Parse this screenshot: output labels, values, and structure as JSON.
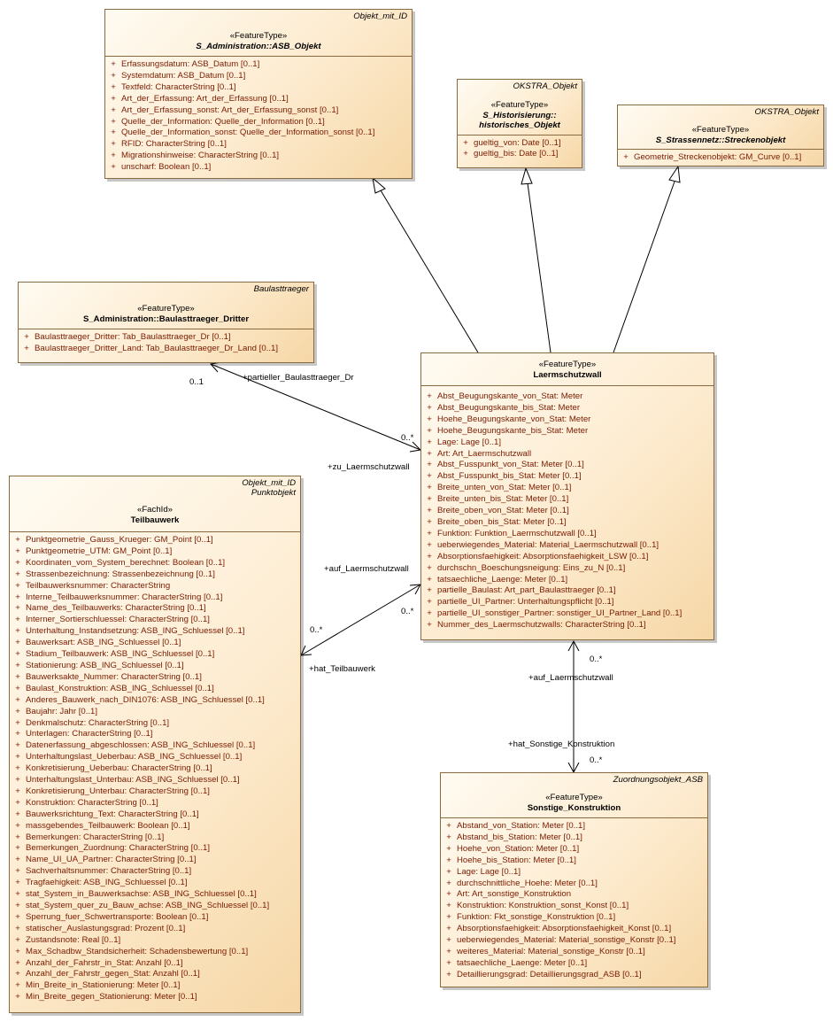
{
  "classes": {
    "asb_objekt": {
      "tag": "Objekt_mit_ID",
      "stereotype": "«FeatureType»",
      "name": "S_Administration::ASB_Objekt",
      "attributes": [
        "Erfassungsdatum: ASB_Datum [0..1]",
        "Systemdatum: ASB_Datum [0..1]",
        "Textfeld: CharacterString [0..1]",
        "Art_der_Erfassung: Art_der_Erfassung [0..1]",
        "Art_der_Erfassung_sonst: Art_der_Erfassung_sonst [0..1]",
        "Quelle_der_Information: Quelle_der_Information [0..1]",
        "Quelle_der_Information_sonst: Quelle_der_Information_sonst [0..1]",
        "RFID: CharacterString [0..1]",
        "Migrationshinweise: CharacterString [0..1]",
        "unscharf: Boolean [0..1]"
      ]
    },
    "historisierung": {
      "tag": "OKSTRA_Objekt",
      "stereotype": "«FeatureType»",
      "name_line1": "S_Historisierung::",
      "name_line2": "historisches_Objekt",
      "attributes": [
        "gueltig_von: Date [0..1]",
        "gueltig_bis: Date [0..1]"
      ]
    },
    "streckenobjekt": {
      "tag": "OKSTRA_Objekt",
      "stereotype": "«FeatureType»",
      "name": "S_Strassennetz::Streckenobjekt",
      "attributes": [
        "Geometrie_Streckenobjekt: GM_Curve [0..1]"
      ]
    },
    "baulasttraeger": {
      "tag": "Baulasttraeger",
      "stereotype": "«FeatureType»",
      "name": "S_Administration::Baulasttraeger_Dritter",
      "attributes": [
        "Baulasttraeger_Dritter: Tab_Baulasttraeger_Dr [0..1]",
        "Baulasttraeger_Dritter_Land: Tab_Baulasttraeger_Dr_Land [0..1]"
      ]
    },
    "laermschutzwall": {
      "stereotype": "«FeatureType»",
      "name": "Laermschutzwall",
      "attributes": [
        "Abst_Beugungskante_von_Stat: Meter",
        "Abst_Beugungskante_bis_Stat: Meter",
        "Hoehe_Beugungskante_von_Stat: Meter",
        "Hoehe_Beugungskante_bis_Stat: Meter",
        "Lage: Lage [0..1]",
        "Art: Art_Laermschutzwall",
        "Abst_Fusspunkt_von_Stat: Meter [0..1]",
        "Abst_Fusspunkt_bis_Stat: Meter [0..1]",
        "Breite_unten_von_Stat: Meter [0..1]",
        "Breite_unten_bis_Stat: Meter [0..1]",
        "Breite_oben_von_Stat: Meter [0..1]",
        "Breite_oben_bis_Stat: Meter [0..1]",
        "Funktion: Funktion_Laermschutzwall [0..1]",
        "ueberwiegendes_Material: Material_Laermschutzwall [0..1]",
        "Absorptionsfaehigkeit: Absorptionsfaehigkeit_LSW [0..1]",
        "durchschn_Boeschungsneigung: Eins_zu_N [0..1]",
        "tatsaechliche_Laenge: Meter [0..1]",
        "partielle_Baulast: Art_part_Baulasttraeger [0..1]",
        "partielle_UI_Partner: Unterhaltungspflicht [0..1]",
        "partielle_UI_sonstiger_Partner: sonstiger_UI_Partner_Land [0..1]",
        "Nummer_des_Laermschutzwalls: CharacterString [0..1]"
      ]
    },
    "teilbauwerk": {
      "tag_line1": "Objekt_mit_ID",
      "tag_line2": "Punktobjekt",
      "stereotype": "«FachId»",
      "name": "Teilbauwerk",
      "attributes": [
        "Punktgeometrie_Gauss_Krueger: GM_Point [0..1]",
        "Punktgeometrie_UTM: GM_Point [0..1]",
        "Koordinaten_vom_System_berechnet: Boolean [0..1]",
        "Strassenbezeichnung: Strassenbezeichnung [0..1]",
        "Teilbauwerksnummer: CharacterString",
        "Interne_Teilbauwerksnummer: CharacterString [0..1]",
        "Name_des_Teilbauwerks: CharacterString [0..1]",
        "Interner_Sortierschluessel: CharacterString [0..1]",
        "Unterhaltung_Instandsetzung: ASB_ING_Schluessel [0..1]",
        "Bauwerksart: ASB_ING_Schluessel [0..1]",
        "Stadium_Teilbauwerk: ASB_ING_Schluessel [0..1]",
        "Stationierung: ASB_ING_Schluessel [0..1]",
        "Bauwerksakte_Nummer: CharacterString [0..1]",
        "Baulast_Konstruktion: ASB_ING_Schluessel [0..1]",
        "Anderes_Bauwerk_nach_DIN1076: ASB_ING_Schluessel [0..1]",
        "Baujahr: Jahr [0..1]",
        "Denkmalschutz: CharacterString [0..1]",
        "Unterlagen: CharacterString [0..1]",
        "Datenerfassung_abgeschlossen: ASB_ING_Schluessel [0..1]",
        "Unterhaltungslast_Ueberbau: ASB_ING_Schluessel [0..1]",
        "Konkretisierung_Ueberbau: CharacterString [0..1]",
        "Unterhaltungslast_Unterbau: ASB_ING_Schluessel [0..1]",
        "Konkretisierung_Unterbau: CharacterString [0..1]",
        "Konstruktion: CharacterString [0..1]",
        "Bauwerksrichtung_Text: CharacterString [0..1]",
        "massgebendes_Teilbauwerk: Boolean [0..1]",
        "Bemerkungen: CharacterString [0..1]",
        "Bemerkungen_Zuordnung: CharacterString [0..1]",
        "Name_UI_UA_Partner: CharacterString [0..1]",
        "Sachverhaltsnummer: CharacterString [0..1]",
        "Tragfaehigkeit: ASB_ING_Schluessel [0..1]",
        "stat_System_in_Bauwerksachse: ASB_ING_Schluessel [0..1]",
        "stat_System_quer_zu_Bauw_achse: ASB_ING_Schluessel [0..1]",
        "Sperrung_fuer_Schwertransporte: Boolean [0..1]",
        "statischer_Auslastungsgrad: Prozent [0..1]",
        "Zustandsnote: Real [0..1]",
        "Max_Schadbw_Standsicherheit: Schadensbewertung [0..1]",
        "Anzahl_der_Fahrstr_in_Stat: Anzahl [0..1]",
        "Anzahl_der_Fahrstr_gegen_Stat: Anzahl [0..1]",
        "Min_Breite_in_Stationierung: Meter [0..1]",
        "Min_Breite_gegen_Stationierung: Meter [0..1]"
      ]
    },
    "sonstige_konstruktion": {
      "tag": "Zuordnungsobjekt_ASB",
      "stereotype": "«FeatureType»",
      "name": "Sonstige_Konstruktion",
      "attributes": [
        "Abstand_von_Station: Meter [0..1]",
        "Abstand_bis_Station: Meter [0..1]",
        "Hoehe_von_Station: Meter [0..1]",
        "Hoehe_bis_Station: Meter [0..1]",
        "Lage: Lage [0..1]",
        "durchschnittliche_Hoehe: Meter [0..1]",
        "Art: Art_sonstige_Konstruktion",
        "Konstruktion: Konstruktion_sonst_Konst [0..1]",
        "Funktion: Fkt_sonstige_Konstruktion [0..1]",
        "Absorptionsfaehigkeit: Absorptionsfaehigkeit_Konst [0..1]",
        "ueberwiegendes_Material: Material_sonstige_Konstr [0..1]",
        "weiteres_Material: Material_sonstige_Konstr [0..1]",
        "tatsaechliche_Laenge: Meter [0..1]",
        "Detaillierungsgrad: Detaillierungsgrad_ASB [0..1]"
      ]
    }
  },
  "associations": {
    "baulast": {
      "role_target": "+partieller_Baulasttraeger_Dr",
      "mult_target": "0..1",
      "role_source": "+zu_Laermschutzwall",
      "mult_source": "0..*"
    },
    "teilbauwerk": {
      "role_lsw": "+auf_Laermschutzwall",
      "mult_lsw": "0..*",
      "role_tbw": "+hat_Teilbauwerk",
      "mult_tbw": "0..*"
    },
    "sonstige": {
      "role_lsw": "+auf_Laermschutzwall",
      "mult_lsw": "0..*",
      "role_sk": "+hat_Sonstige_Konstruktion",
      "mult_sk": "0..*"
    }
  },
  "visibility_symbol": "+"
}
